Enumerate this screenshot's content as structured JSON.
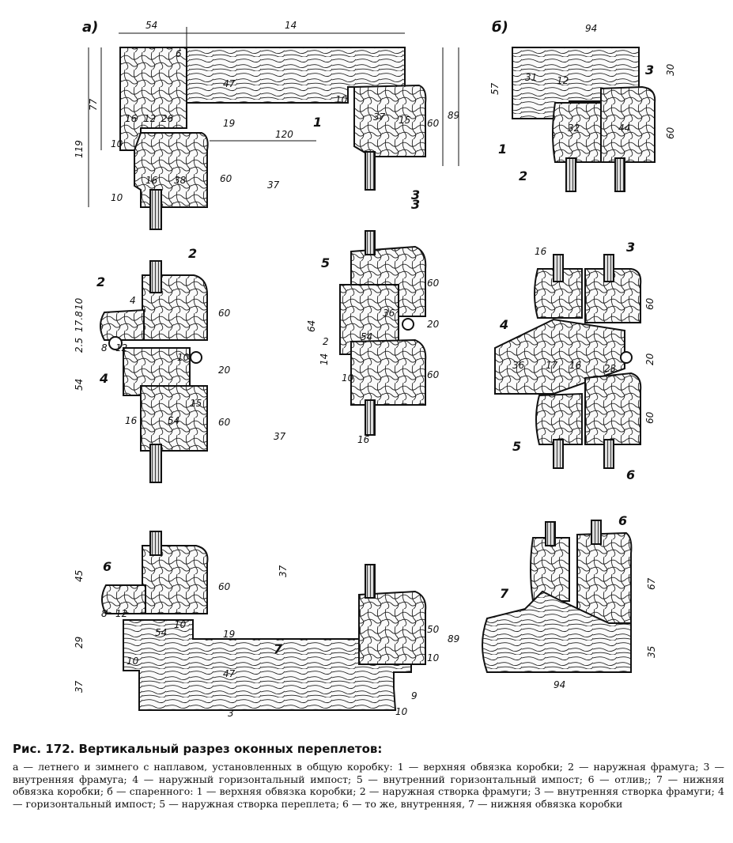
{
  "figure": {
    "panels": {
      "a": "а)",
      "b": "б)"
    },
    "callouts": {
      "a_top_1": "1",
      "a_top_3": "3",
      "a_mid_2a": "2",
      "a_mid_2b": "2",
      "a_mid_4": "4",
      "a_mid_5": "5",
      "a_mid_3": "3",
      "a_bot_6": "6",
      "a_bot_7": "7",
      "b_top_1": "1",
      "b_top_2": "2",
      "b_top_3": "3",
      "b_mid_3": "3",
      "b_mid_4": "4",
      "b_mid_5": "5",
      "b_mid_6": "6",
      "b_bot_6": "6",
      "b_bot_7": "7"
    },
    "dims": {
      "a_54": "54",
      "a_14": "14",
      "a_119": "119",
      "a_77": "77",
      "a_10a": "10",
      "a_16": "16",
      "a_12": "12",
      "a_26": "26",
      "a_6": "6",
      "a_47": "47",
      "a_19": "19",
      "a_120": "120",
      "a_60a": "60",
      "a_37a": "37",
      "a_16b": "16",
      "a_38": "38",
      "a_10b": "10",
      "a_60b": "60",
      "a_89a": "89",
      "a_37b": "37",
      "a_15a": "15",
      "a_10c": "10",
      "m_10": "10",
      "m_178": "17.8",
      "m_25": "2.5",
      "m_8": "8",
      "m_12": "12",
      "m_54a": "54",
      "m_4": "4",
      "m_10d": "10",
      "m_20a": "20",
      "m_60c": "60",
      "m_60d": "60",
      "m_15b": "15",
      "m_16c": "16",
      "m_54b": "54",
      "m_37c": "37",
      "m_64": "64",
      "m_14": "14",
      "m_2": "2",
      "m_36": "36",
      "m_54c": "54",
      "m_10e": "10",
      "m_60e": "60",
      "m_20b": "20",
      "m_60f": "60",
      "m_16d": "16",
      "l_45": "45",
      "l_60g": "60",
      "l_12": "12",
      "l_8": "8",
      "l_29": "29",
      "l_10f": "10",
      "l_37d": "37",
      "l_54d": "54",
      "l_10g": "10",
      "l_19": "19",
      "l_47": "47",
      "l_3": "3",
      "l_37e": "37",
      "l_50": "50",
      "l_89": "89",
      "l_10h": "10",
      "l_9": "9",
      "l_10i": "10",
      "b_94a": "94",
      "b_57": "57",
      "b_31": "31",
      "b_12": "12",
      "b_30": "30",
      "b_32": "32",
      "b_44": "44",
      "b_60h": "60",
      "b_16e": "16",
      "b_60i": "60",
      "b_36": "36",
      "b_17": "17",
      "b_16f": "16",
      "b_23": "23",
      "b_20c": "20",
      "b_60j": "60",
      "b_67": "67",
      "b_35": "35",
      "b_94b": "94"
    }
  },
  "caption": {
    "title": "Рис. 172. Вертикальный разрез оконных переплетов:",
    "body": "а — летнего и зимнего с наплавом, установленных в общую коробку: 1 — верхняя обвязка коробки; 2 — наружная фрамуга; 3 — внутренняя фрамуга; 4 — наружный горизонтальный импост; 5 — внутренний горизонтальный импост; 6 — отлив;; 7 — нижняя обвязка коробки; б — спаренного: 1 — верхняя обвязка коробки; 2 — наружная створка фрамуги; 3 — внутренняя створка фрамуги; 4 — горизонтальный импост; 5 — наружная створка переплета; 6 — то же, внутренняя, 7 — нижняя обвязка коробки"
  }
}
